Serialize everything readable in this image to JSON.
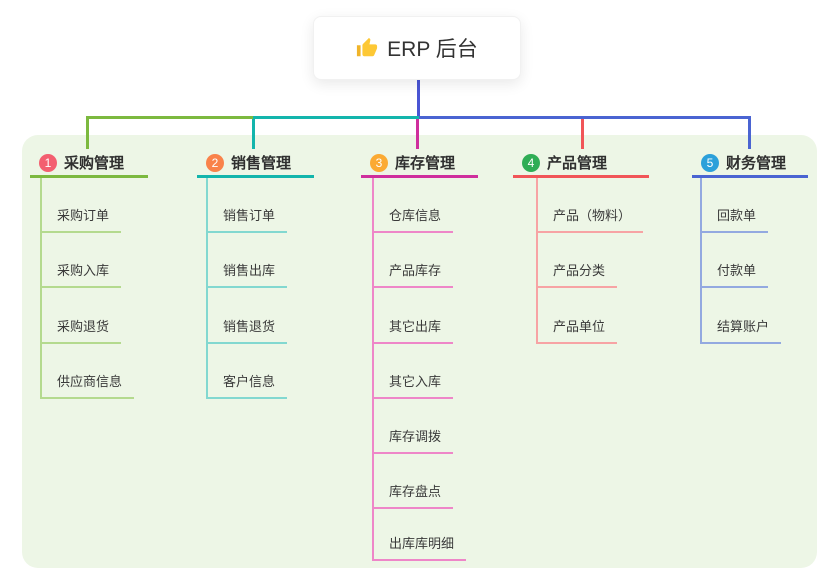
{
  "root": {
    "label": "ERP 后台",
    "icon": "thumbs-up"
  },
  "branches": [
    {
      "index": "1",
      "title": "采购管理",
      "badge_color": "#f35f70",
      "line_color": "#7cb93f",
      "child_line_color": "#b4da8e",
      "children": [
        "采购订单",
        "采购入库",
        "采购退货",
        "供应商信息"
      ]
    },
    {
      "index": "2",
      "title": "销售管理",
      "badge_color": "#f9824a",
      "line_color": "#13b5ac",
      "child_line_color": "#82d8d0",
      "children": [
        "销售订单",
        "销售出库",
        "销售退货",
        "客户信息"
      ]
    },
    {
      "index": "3",
      "title": "库存管理",
      "badge_color": "#fbaa33",
      "line_color": "#cf2f9d",
      "child_line_color": "#ee86c8",
      "children": [
        "仓库信息",
        "产品库存",
        "其它出库",
        "其它入库",
        "库存调拨",
        "库存盘点",
        "出库库明细"
      ]
    },
    {
      "index": "4",
      "title": "产品管理",
      "badge_color": "#2fad55",
      "line_color": "#f15558",
      "child_line_color": "#f7a3a4",
      "children": [
        "产品（物料）",
        "产品分类",
        "产品单位"
      ]
    },
    {
      "index": "5",
      "title": "财务管理",
      "badge_color": "#2ba0da",
      "line_color": "#4a64d2",
      "child_line_color": "#93a9e0",
      "children": [
        "回款单",
        "付款单",
        "结算账户"
      ]
    }
  ],
  "connector_colors": {
    "root_stem": "#4a55d4",
    "left_green": "#7cb93f",
    "left_teal": "#13b5ac",
    "right_blue": "#4a64d2",
    "drop_magenta": "#cf2f9d",
    "drop_red": "#f15558"
  },
  "panel_color": "#edf6e6"
}
